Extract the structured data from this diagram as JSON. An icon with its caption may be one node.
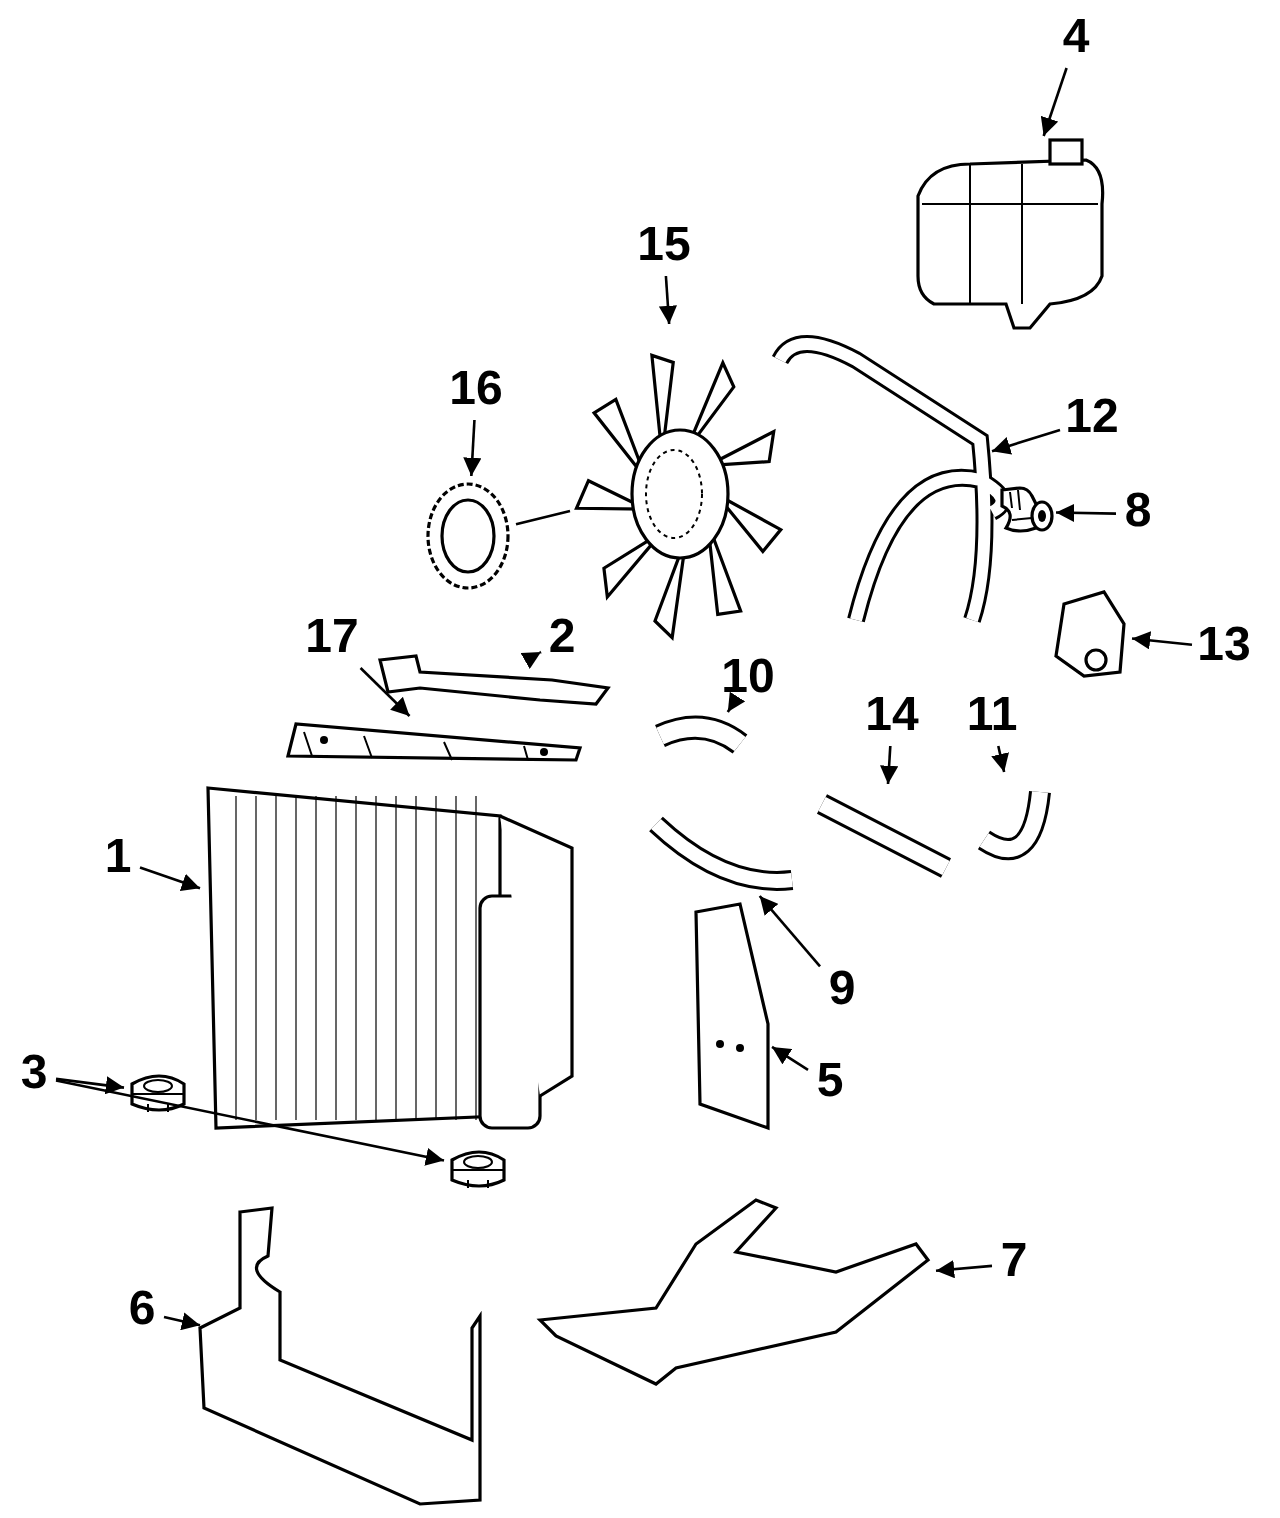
{
  "diagram": {
    "nodes": [
      {
        "text": [
          "4"
        ]
      },
      {
        "text": [
          "15"
        ]
      },
      {
        "text": [
          "12"
        ]
      },
      {
        "text": [
          "16"
        ]
      },
      {
        "text": [
          "8"
        ]
      },
      {
        "text": [
          "13"
        ]
      },
      {
        "text": [
          "17"
        ]
      },
      {
        "text": [
          "2"
        ]
      },
      {
        "text": [
          "10"
        ]
      },
      {
        "text": [
          "14"
        ]
      },
      {
        "text": [
          "11"
        ]
      },
      {
        "text": [
          "1"
        ]
      },
      {
        "text": [
          "9"
        ]
      },
      {
        "text": [
          "3"
        ]
      },
      {
        "text": [
          "5"
        ]
      },
      {
        "text": [
          "7"
        ]
      },
      {
        "text": [
          "6"
        ]
      },
      {
        "text": [],
        "shape": "picture"
      },
      {
        "text": [],
        "shape": "picture"
      },
      {
        "text": [],
        "shape": "picture"
      },
      {
        "text": [],
        "shape": "picture"
      },
      {
        "text": [],
        "shape": "picture"
      },
      {
        "text": [],
        "shape": "picture"
      },
      {
        "text": [],
        "shape": "picture"
      },
      {
        "text": [],
        "shape": "picture"
      },
      {
        "text": [],
        "shape": "picture"
      },
      {
        "text": [],
        "shape": "picture"
      },
      {
        "text": [],
        "shape": "picture"
      },
      {
        "text": [],
        "shape": "picture"
      },
      {
        "text": [],
        "shape": "picture"
      },
      {
        "text": [],
        "shape": "picture"
      },
      {
        "text": [],
        "shape": "picture"
      },
      {
        "text": [],
        "shape": "picture"
      },
      {
        "text": [],
        "shape": "picture"
      },
      {
        "text": [],
        "shape": "picture"
      }
    ],
    "edges": [
      {
        "from": 0,
        "to": 17,
        "arrow": "to"
      },
      {
        "from": 1,
        "to": 18,
        "arrow": "to"
      },
      {
        "from": 2,
        "to": 19,
        "arrow": "to"
      },
      {
        "from": 3,
        "to": 20,
        "arrow": "to"
      },
      {
        "from": 20,
        "to": 18,
        "arrow": "none"
      },
      {
        "from": 4,
        "to": 21,
        "arrow": "to"
      },
      {
        "from": 5,
        "to": 22,
        "arrow": "to"
      },
      {
        "from": 6,
        "to": 23,
        "arrow": "to"
      },
      {
        "from": 7,
        "to": 24,
        "arrow": "to"
      },
      {
        "from": 8,
        "to": 25,
        "arrow": "to"
      },
      {
        "from": 9,
        "to": 26,
        "arrow": "to"
      },
      {
        "from": 10,
        "to": 27,
        "arrow": "to"
      },
      {
        "from": 11,
        "to": 28,
        "arrow": "to"
      },
      {
        "from": 12,
        "to": 29,
        "arrow": "to"
      },
      {
        "from": 13,
        "to": 30,
        "arrow": "to"
      },
      {
        "from": 13,
        "to": 31,
        "arrow": "to"
      },
      {
        "from": 14,
        "to": 32,
        "arrow": "to"
      },
      {
        "from": 15,
        "to": 33,
        "arrow": "to"
      },
      {
        "from": 16,
        "to": 34,
        "arrow": "to"
      }
    ]
  }
}
